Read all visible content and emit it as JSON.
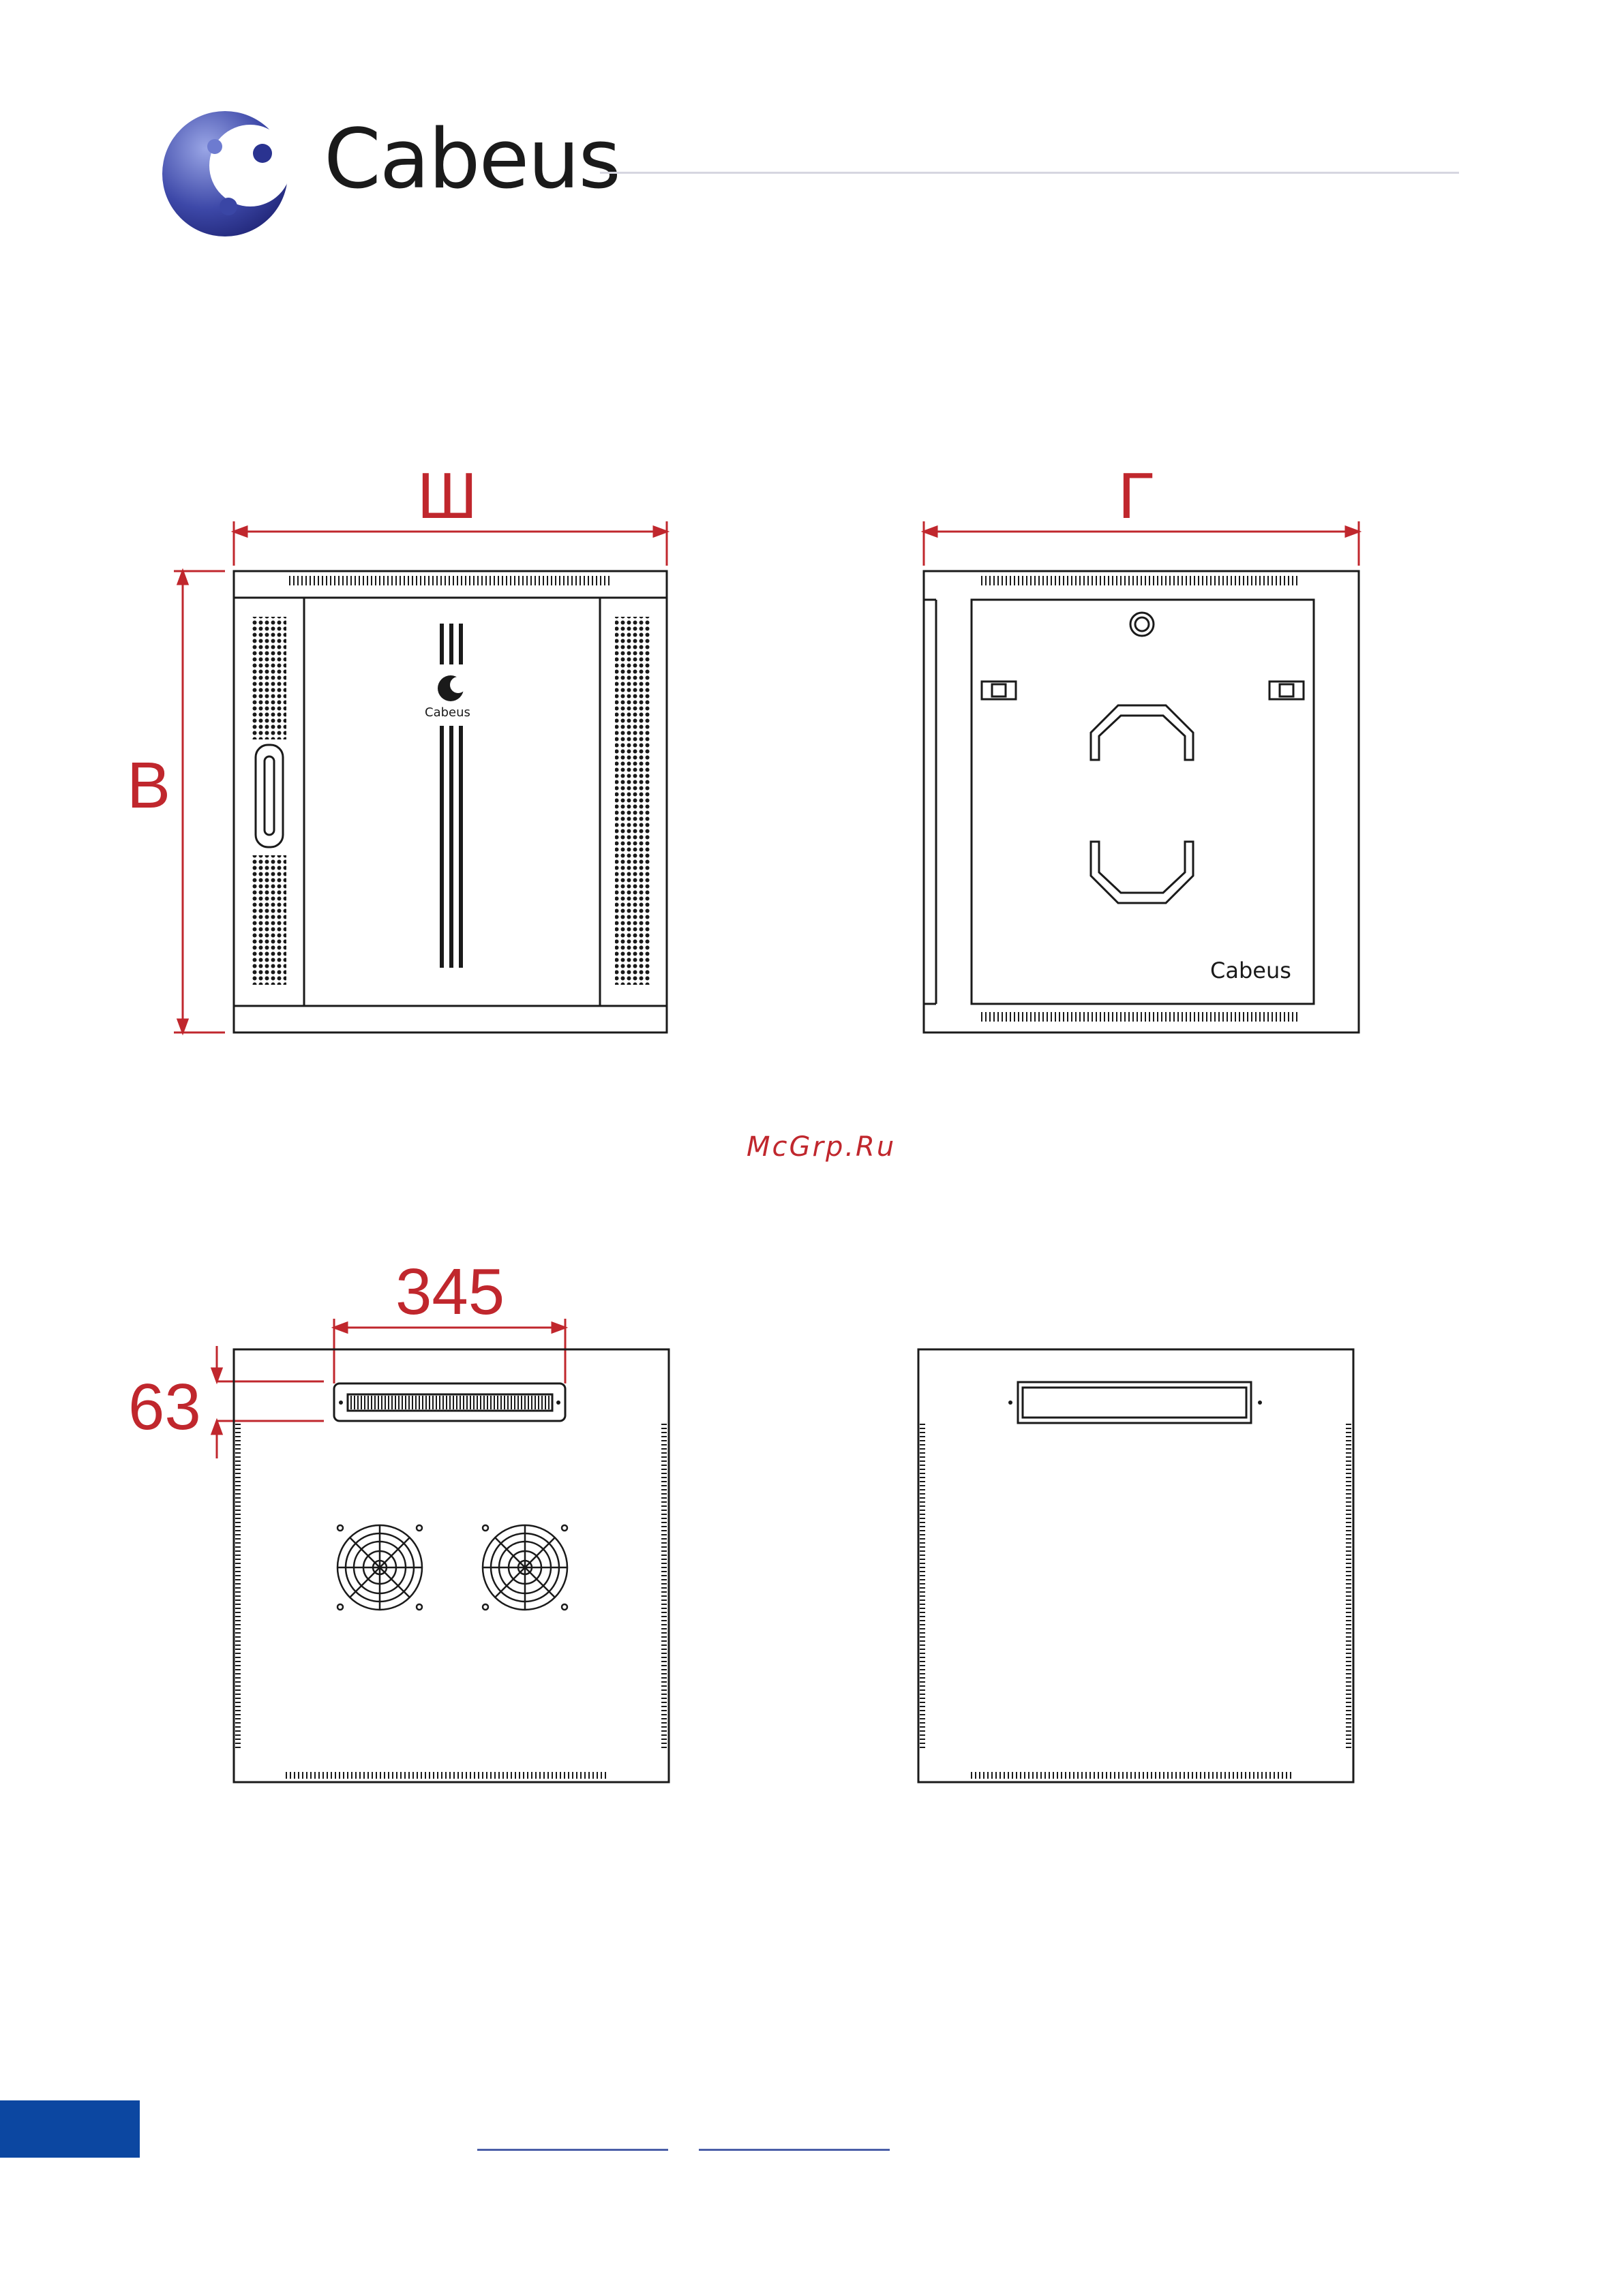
{
  "header": {
    "brand_name": "Cabeus"
  },
  "front_view": {
    "width_label": "Ш",
    "height_label": "В",
    "door_logo_text": "Cabeus"
  },
  "side_view": {
    "depth_label": "Г",
    "panel_logo_text": "Cabeus"
  },
  "top_view": {
    "slot_width_label": "345",
    "slot_offset_label": "63"
  },
  "watermark": "McGrp.Ru",
  "colors": {
    "dimension": "#c0272d",
    "brand_blue": "#0c47a1",
    "outline": "#1a1a1a"
  }
}
